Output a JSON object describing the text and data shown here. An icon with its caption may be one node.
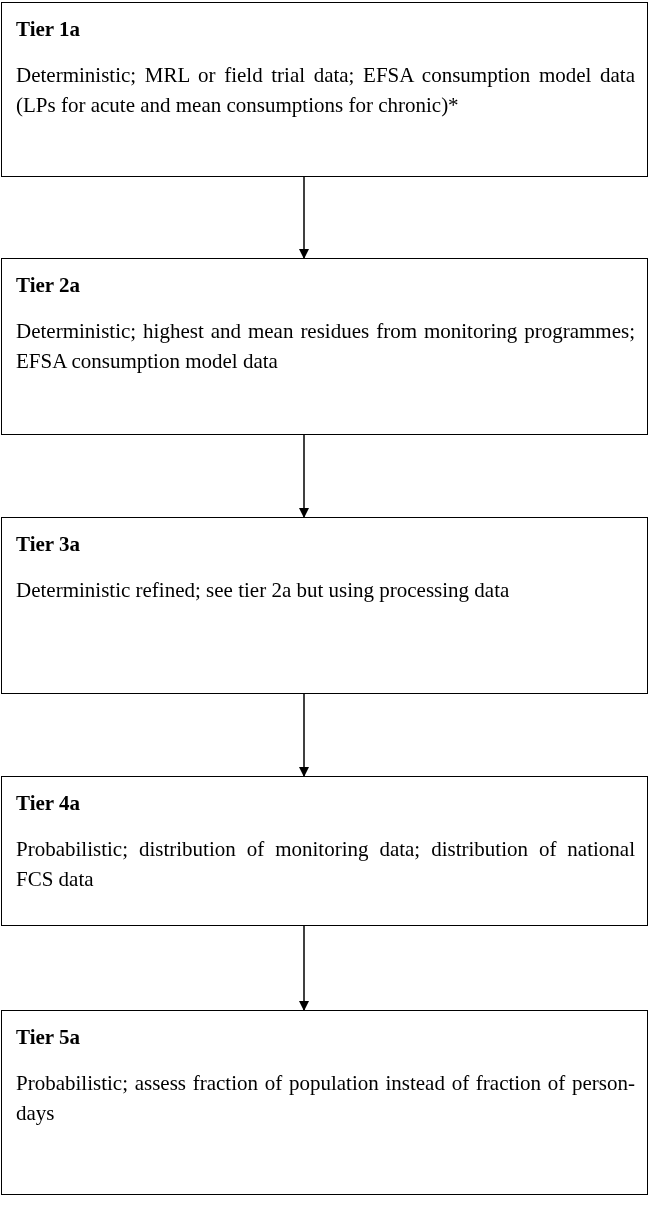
{
  "diagram": {
    "nodes": [
      {
        "text": [
          "Tier 1a",
          "Deterministic; MRL or field trial data; EFSA consumption model data (LPs for acute and mean consumptions for chronic)*"
        ]
      },
      {
        "text": [
          "Tier 2a",
          "Deterministic; highest and mean residues from monitoring programmes; EFSA consumption model data"
        ]
      },
      {
        "text": [
          "Tier 3a",
          "Deterministic refined; see tier 2a but using processing data"
        ]
      },
      {
        "text": [
          "Tier 4a",
          "Probabilistic; distribution of monitoring data; distribution of national FCS data"
        ]
      },
      {
        "text": [
          "Tier 5a",
          "Probabilistic; assess fraction of population instead of fraction of person-days"
        ]
      }
    ],
    "edges": [
      {
        "from": 0,
        "to": 1,
        "arrow": "to"
      },
      {
        "from": 1,
        "to": 2,
        "arrow": "to"
      },
      {
        "from": 2,
        "to": 3,
        "arrow": "to"
      },
      {
        "from": 3,
        "to": 4,
        "arrow": "to"
      }
    ]
  }
}
